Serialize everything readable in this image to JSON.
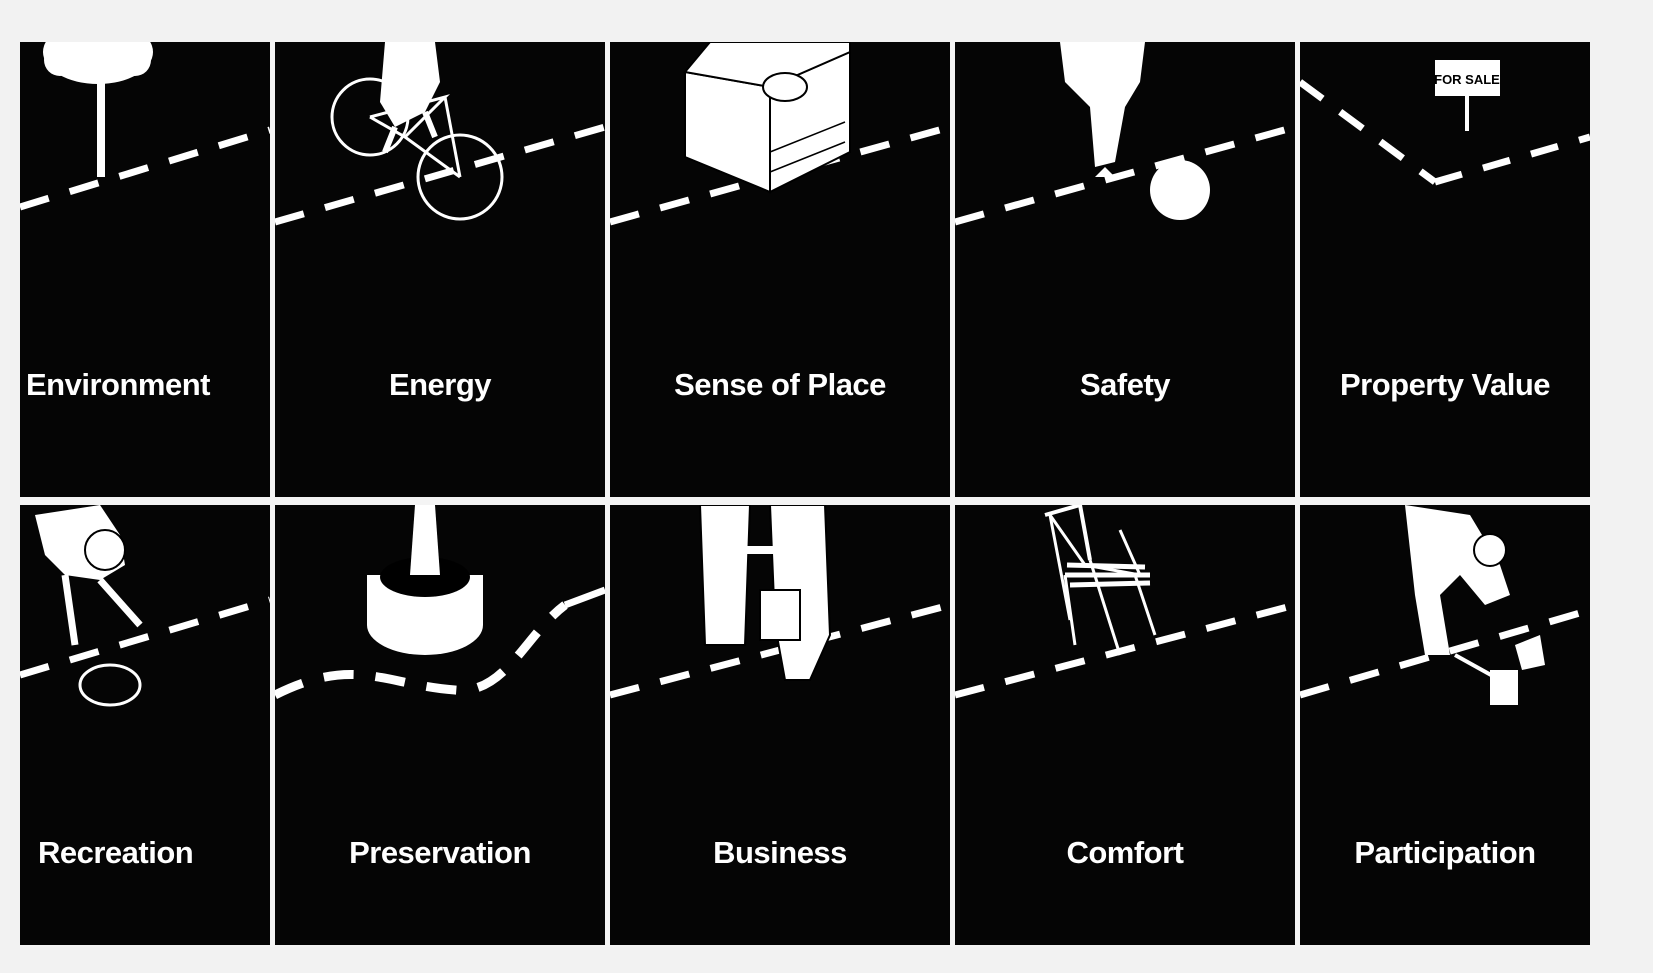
{
  "panels": [
    {
      "id": "environment",
      "label": "Environment",
      "icon": "tree-icon"
    },
    {
      "id": "energy",
      "label": "Energy",
      "icon": "bicycle-icon"
    },
    {
      "id": "sense-of-place",
      "label": "Sense of Place",
      "icon": "armchair-cat-icon"
    },
    {
      "id": "safety",
      "label": "Safety",
      "icon": "child-ball-icon"
    },
    {
      "id": "property-value",
      "label": "Property Value",
      "icon": "for-sale-sign-icon"
    },
    {
      "id": "recreation",
      "label": "Recreation",
      "icon": "child-hopscotch-icon"
    },
    {
      "id": "preservation",
      "label": "Preservation",
      "icon": "fountain-icon"
    },
    {
      "id": "business",
      "label": "Business",
      "icon": "handshake-icon"
    },
    {
      "id": "comfort",
      "label": "Comfort",
      "icon": "folding-chair-icon"
    },
    {
      "id": "participation",
      "label": "Participation",
      "icon": "person-sweeping-icon"
    }
  ],
  "sign_text": "FOR SALE",
  "colors": {
    "panel": "#050505",
    "background": "#f2f2f2",
    "ink": "#ffffff"
  }
}
